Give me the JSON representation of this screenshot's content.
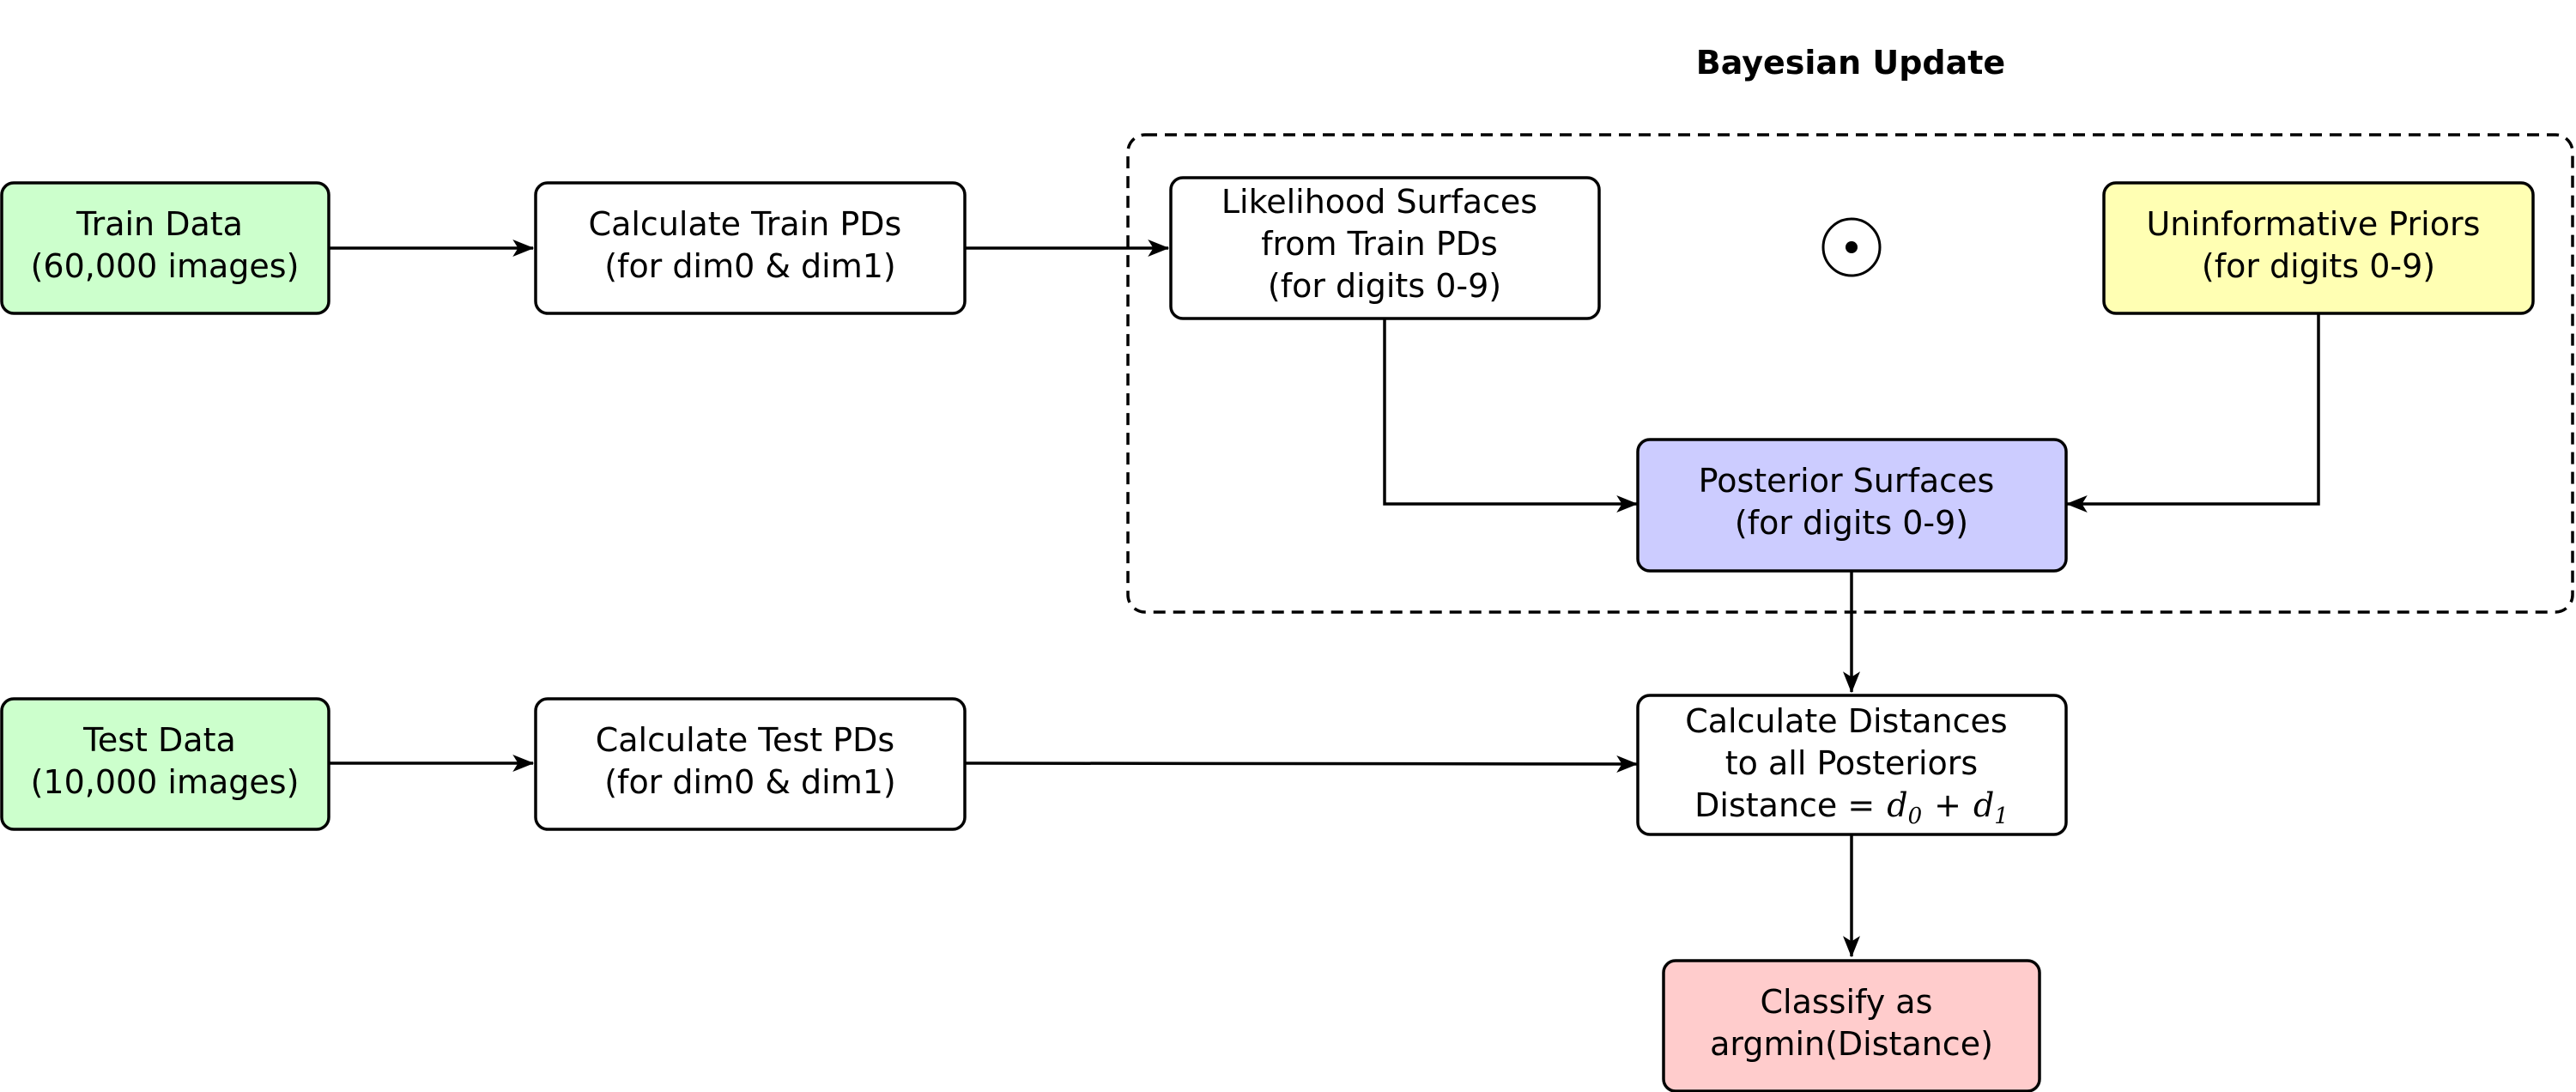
{
  "group": {
    "title": "Bayesian Update"
  },
  "operator_symbol": "⊙",
  "nodes": {
    "train_data": {
      "lines": [
        "Train Data",
        "(60,000 images)"
      ],
      "fill": "#ccffcc"
    },
    "calc_train": {
      "lines": [
        "Calculate Train PDs",
        "(for dim0 & dim1)"
      ],
      "fill": "#ffffff"
    },
    "likelihood": {
      "lines": [
        "Likelihood Surfaces",
        "from Train PDs",
        "(for digits 0-9)"
      ],
      "fill": "#ffffff"
    },
    "priors": {
      "lines": [
        "Uninformative Priors",
        "(for digits 0-9)"
      ],
      "fill": "#ffffb3"
    },
    "posterior": {
      "lines": [
        "Posterior Surfaces",
        "(for digits 0-9)"
      ],
      "fill": "#ccccff"
    },
    "test_data": {
      "lines": [
        "Test Data",
        "(10,000 images)"
      ],
      "fill": "#ccffcc"
    },
    "calc_test": {
      "lines": [
        "Calculate Test PDs",
        "(for dim0 & dim1)"
      ],
      "fill": "#ffffff"
    },
    "distances": {
      "lines": [
        "Calculate Distances",
        "to all Posteriors"
      ],
      "formula": {
        "prefix": "Distance ",
        "eq": "=",
        "d0": "d",
        "sub0": "0",
        "plus": "+",
        "d1": "d",
        "sub1": "1"
      },
      "fill": "#ffffff"
    },
    "classify": {
      "lines": [
        "Classify as",
        "argmin(Distance)"
      ],
      "fill": "#ffcccc"
    }
  }
}
